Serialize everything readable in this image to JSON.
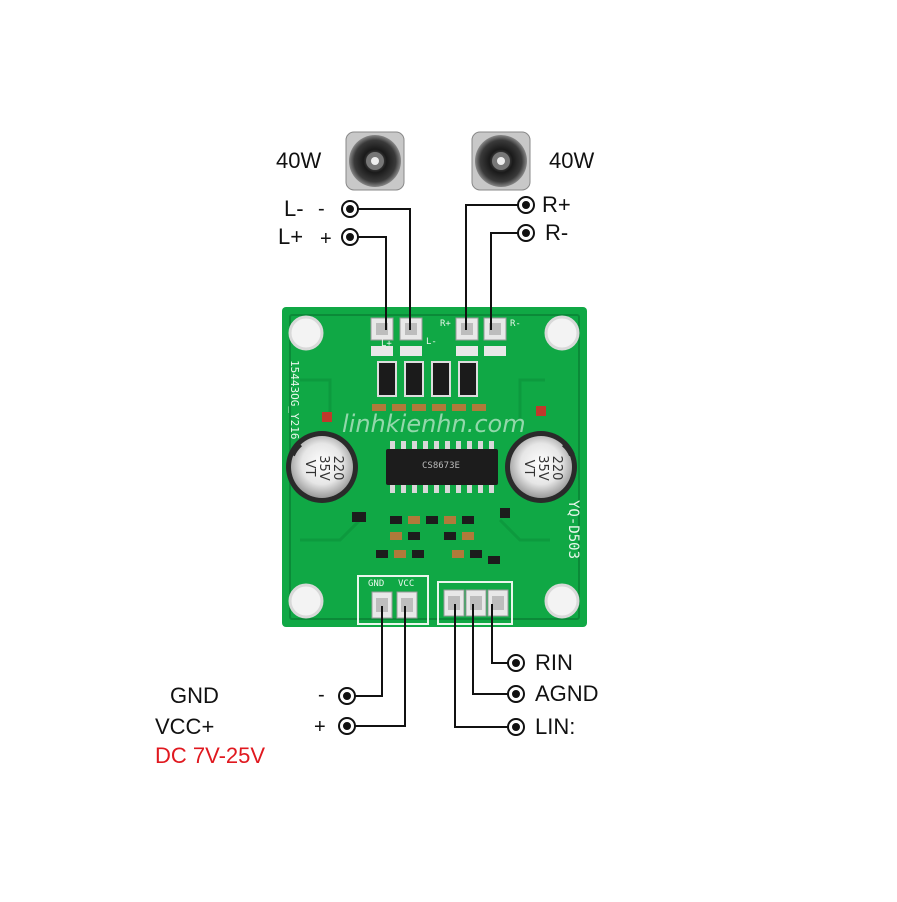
{
  "speakers": {
    "left_power": "40W",
    "right_power": "40W"
  },
  "output_terminals": {
    "left_minus": "L-",
    "left_minus_sign": "-",
    "left_plus": "L+",
    "left_plus_sign": "+",
    "right_plus": "R+",
    "right_minus": "R-"
  },
  "power_terminals": {
    "gnd": "GND",
    "gnd_sign": "-",
    "vcc": "VCC+",
    "vcc_sign": "+",
    "voltage": "DC 7V-25V"
  },
  "input_terminals": {
    "rin": "RIN",
    "agnd": "AGND",
    "lin": "LIN:"
  },
  "board": {
    "part_number": "15443OG_Y216",
    "model": "YQ-D503",
    "chip_marking": "CS8673E",
    "pad_l_plus": "L+",
    "pad_l_minus": "L-",
    "pad_r_plus": "R+",
    "pad_r_minus": "R-",
    "pad_gnd": "GND",
    "pad_vcc": "VCC",
    "cap_left_value": "220",
    "cap_left_voltage": "35V",
    "cap_left_series": "VT",
    "cap_right_value": "220",
    "cap_right_voltage": "35V",
    "cap_right_series": "VT",
    "watermark": "linhkienhn.com"
  },
  "colors": {
    "pcb": "#10a845",
    "pcb_dark": "#0b8a38",
    "wire": "#111111",
    "voltage_text": "#e0181f"
  }
}
